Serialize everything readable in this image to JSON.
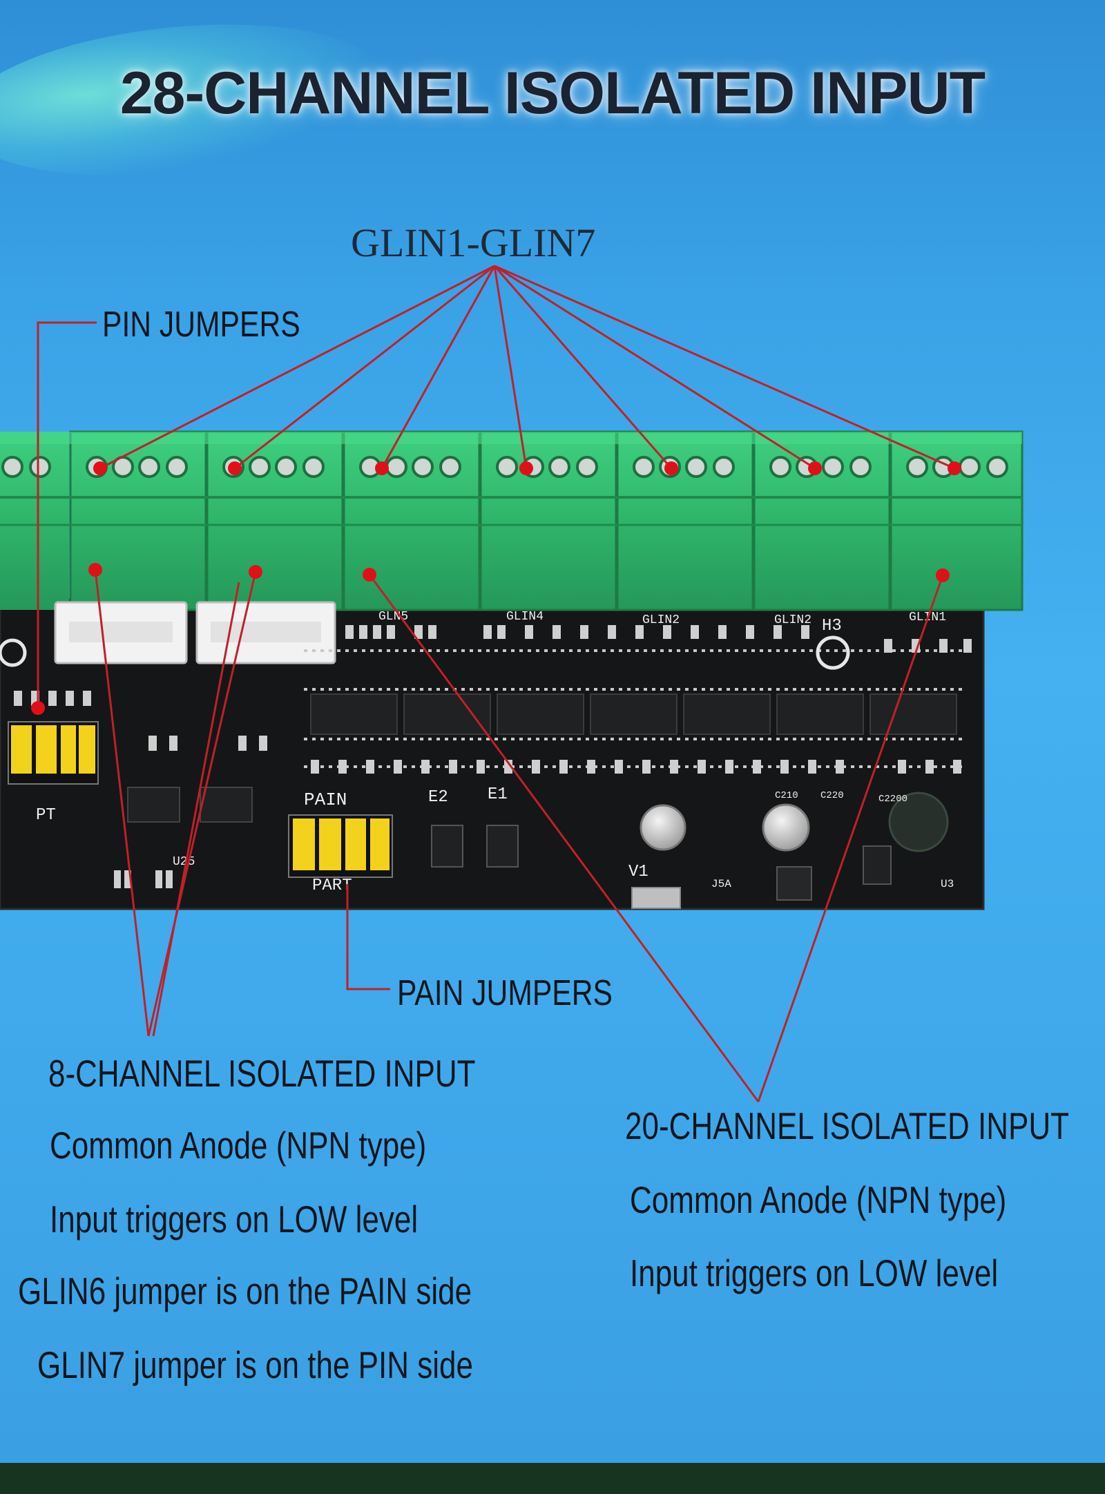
{
  "title": "28-CHANNEL ISOLATED INPUT",
  "labels": {
    "glin_range": "GLIN1-GLIN7",
    "pin_jumpers": "PIN JUMPERS",
    "pain_jumpers": "PAIN JUMPERS"
  },
  "left_block": {
    "heading": "8-CHANNEL ISOLATED INPUT",
    "lines": [
      "Common Anode (NPN type)",
      "Input triggers on LOW level",
      "GLIN6 jumper is on the PAIN side",
      "GLIN7 jumper is on the PIN side"
    ]
  },
  "right_block": {
    "heading": "20-CHANNEL ISOLATED INPUT",
    "lines": [
      "Common Anode (NPN type)",
      "Input triggers on LOW level"
    ]
  },
  "board_silkscreen": {
    "header_labels": [
      "GLN5",
      "GLIN4",
      "GLIN2",
      "GLIN2",
      "GLIN1"
    ],
    "h3": "H3",
    "pt": "PT",
    "pain": "PAIN",
    "part": "PART",
    "e2": "E2",
    "e1": "E1",
    "u25": "U25",
    "v1": "V1",
    "j5a": "J5A",
    "u3": "U3",
    "c2200": "C2200",
    "c210": "C210",
    "c220": "C220"
  },
  "colors": {
    "callout_line": "#c0202a",
    "callout_dot": "#e0101a",
    "terminal_green": "#2fb56a",
    "pcb": "#151617",
    "jumper_yellow": "#f2d21a"
  }
}
